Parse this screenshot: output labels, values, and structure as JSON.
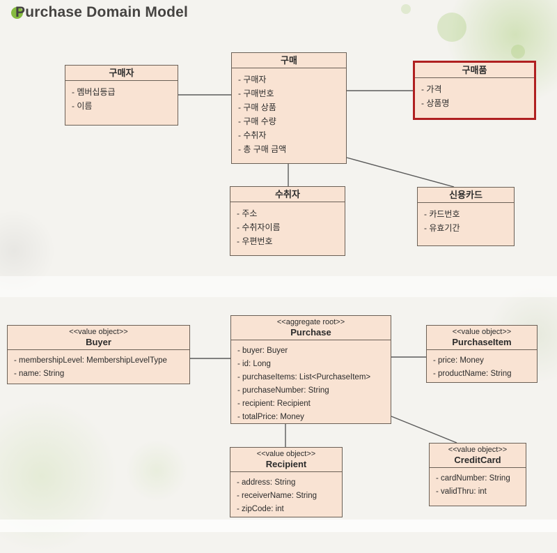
{
  "title": "Purchase Domain Model",
  "colors": {
    "box_fill": "#f9e3d3",
    "box_border": "#6a5f55",
    "highlight_border": "#b02020",
    "connector": "#5a5a5a",
    "accent_green": "#86bb40"
  },
  "conceptual_model": {
    "classes": [
      {
        "name": "구매자",
        "attributes": [
          "- 멤버십등급",
          "- 이름"
        ]
      },
      {
        "name": "구매",
        "attributes": [
          "- 구매자",
          "- 구매번호",
          "- 구매 상품",
          "- 구매 수량",
          "- 수취자",
          "- 총 구매 금액"
        ]
      },
      {
        "name": "구매품",
        "highlighted": true,
        "attributes": [
          "- 가격",
          "- 상품명"
        ]
      },
      {
        "name": "수취자",
        "attributes": [
          "- 주소",
          "- 수취자이름",
          "- 우편번호"
        ]
      },
      {
        "name": "신용카드",
        "attributes": [
          "- 카드번호",
          "- 유효기간"
        ]
      }
    ]
  },
  "implementation_model": {
    "classes": [
      {
        "stereotype": "<<value object>>",
        "name": "Buyer",
        "attributes": [
          "- membershipLevel: MembershipLevelType",
          "- name: String"
        ]
      },
      {
        "stereotype": "<<aggregate root>>",
        "name": "Purchase",
        "attributes": [
          "- buyer: Buyer",
          "- id: Long",
          "- purchaseItems: List<PurchaseItem>",
          "- purchaseNumber: String",
          "- recipient: Recipient",
          "- totalPrice: Money"
        ]
      },
      {
        "stereotype": "<<value object>>",
        "name": "PurchaseItem",
        "attributes": [
          "- price: Money",
          "- productName: String"
        ]
      },
      {
        "stereotype": "<<value object>>",
        "name": "Recipient",
        "attributes": [
          "- address: String",
          "- receiverName: String",
          "- zipCode: int"
        ]
      },
      {
        "stereotype": "<<value object>>",
        "name": "CreditCard",
        "attributes": [
          "- cardNumber: String",
          "- validThru: int"
        ]
      }
    ]
  }
}
